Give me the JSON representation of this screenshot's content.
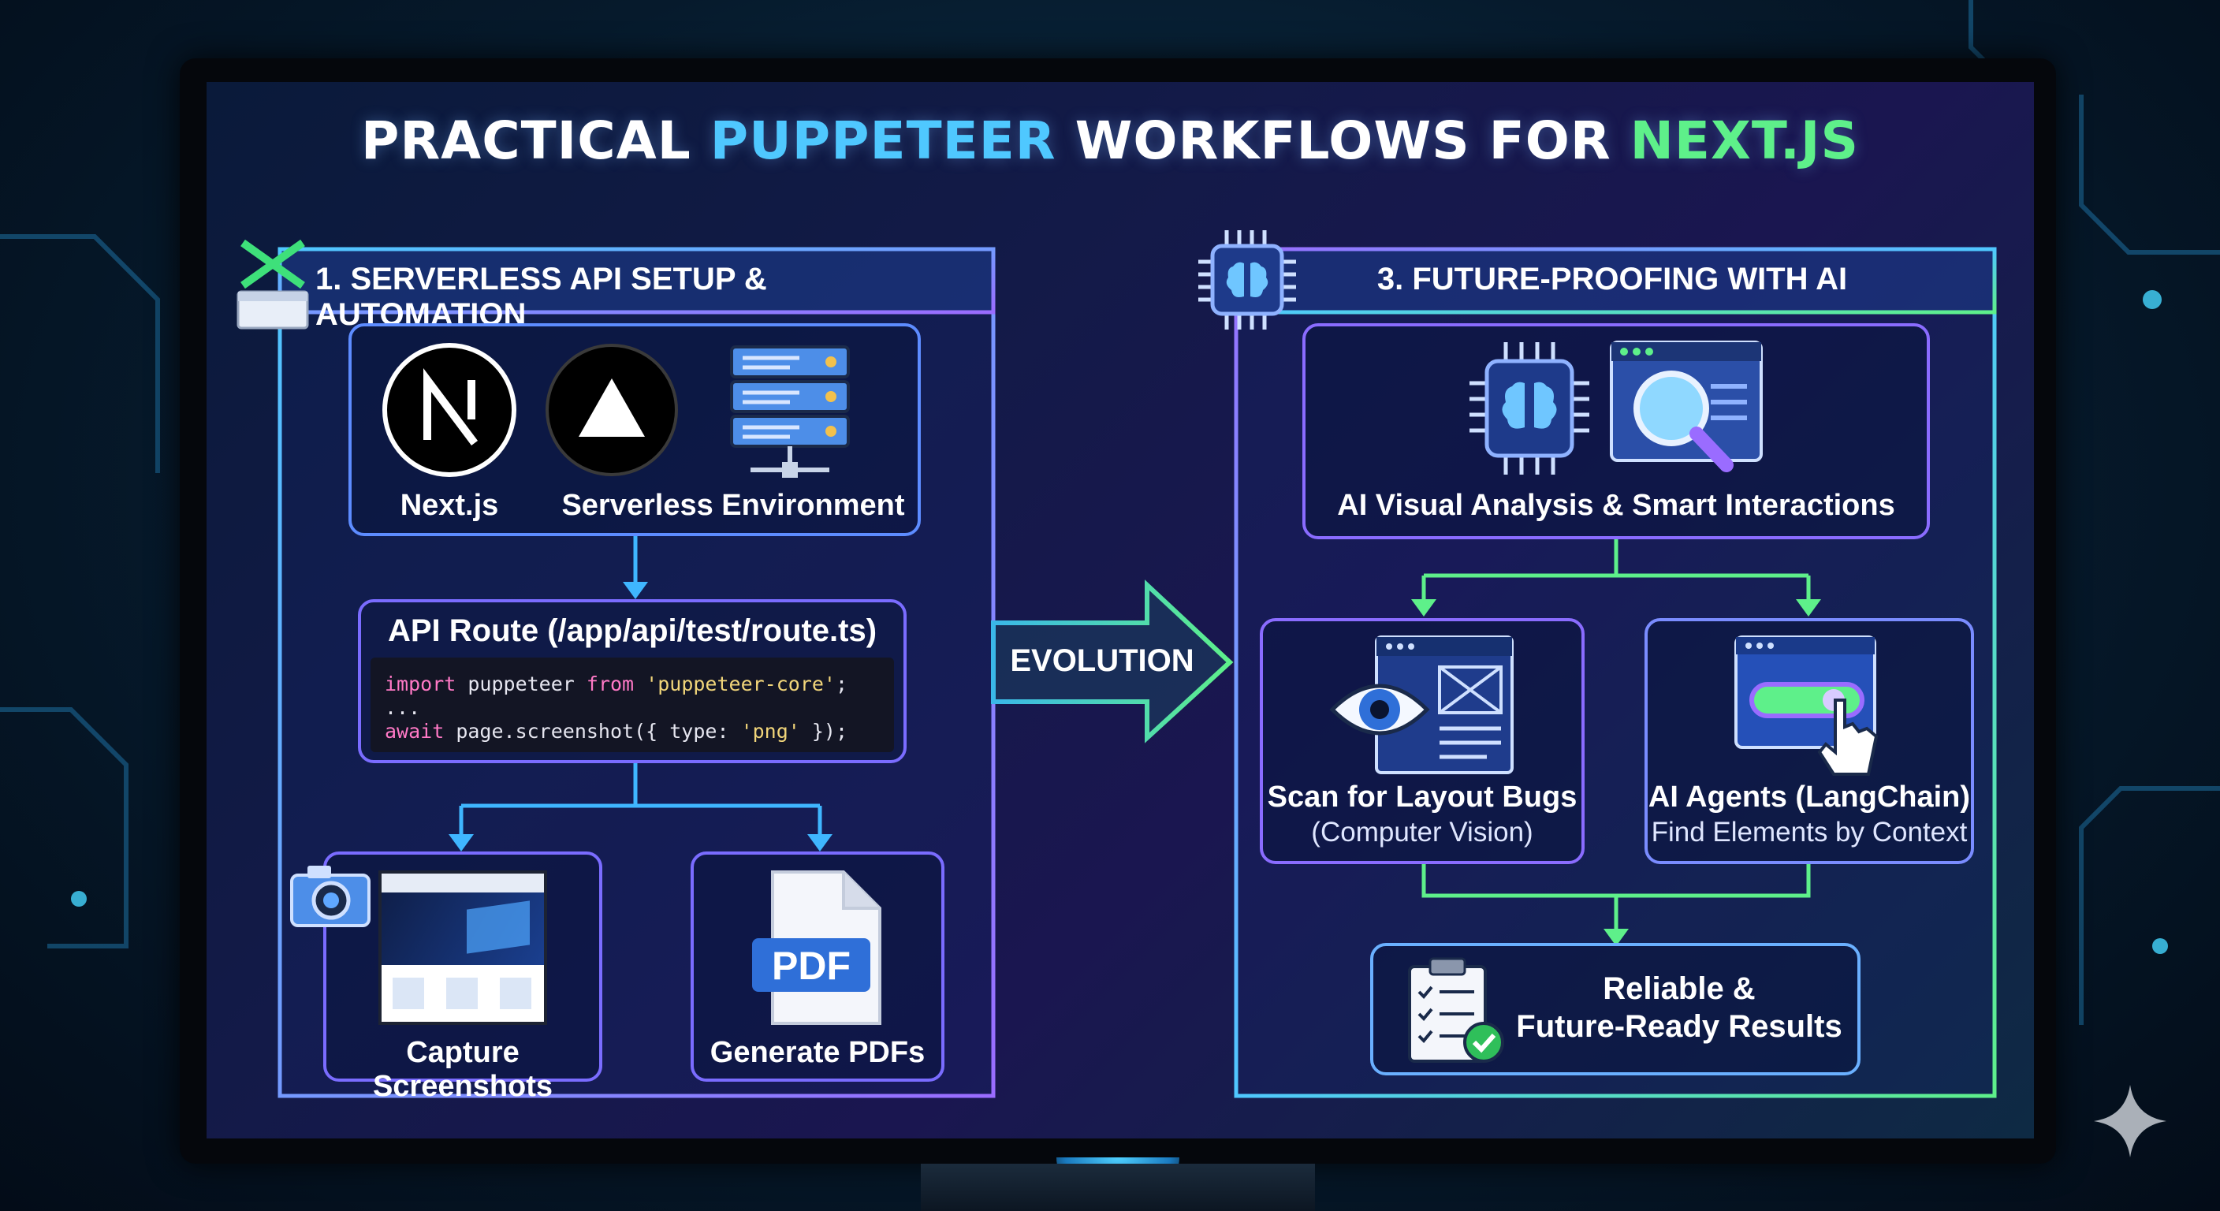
{
  "title": {
    "part1": "PRACTICAL ",
    "part2": "PUPPETEER",
    "part3": " WORKFLOWS FOR ",
    "part4": "NEXT.JS"
  },
  "section1": {
    "heading": "1. SERVERLESS API SETUP & AUTOMATION",
    "nextjs_label": "Next.js",
    "serverless_label": "Serverless Environment",
    "api_route_title": "API Route (/app/api/test/route.ts)",
    "code": {
      "line1_kw": "import",
      "line1_name": " puppeteer ",
      "line1_from": "from",
      "line1_str": " 'puppeteer-core'",
      "line1_end": ";",
      "line2": "...",
      "line3_kw": "await",
      "line3_call": " page.screenshot({ type: ",
      "line3_str": "'png'",
      "line3_end": " });"
    },
    "capture_label": "Capture Screenshots",
    "pdf_label": "Generate PDFs",
    "pdf_icon_text": "PDF"
  },
  "evolution_label": "EVOLUTION",
  "section3": {
    "heading": "3. FUTURE-PROOFING WITH AI",
    "analysis_label": "AI Visual Analysis & Smart Interactions",
    "scan_title": "Scan for Layout Bugs",
    "scan_sub": "(Computer Vision)",
    "agents_title": "AI Agents (LangChain)",
    "agents_sub": "Find Elements by Context",
    "result_line1": "Reliable &",
    "result_line2": "Future-Ready Results"
  },
  "colors": {
    "blue": "#4fc8ff",
    "purple": "#9a6cff",
    "green": "#5ef08a",
    "code_keyword": "#ff79c6",
    "code_string": "#f1d57a"
  }
}
